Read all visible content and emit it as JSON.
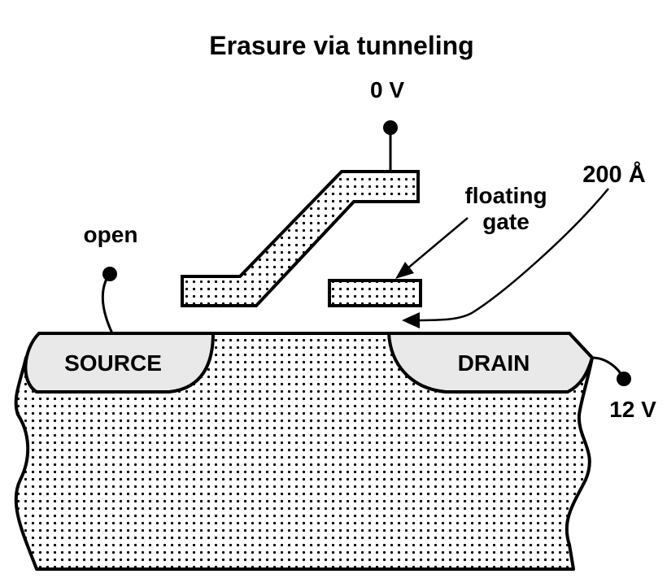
{
  "title": "Erasure via tunneling",
  "labels": {
    "control_gate_voltage": "0 V",
    "floating_gate_line1": "floating",
    "floating_gate_line2": "gate",
    "oxide_thickness": "200 Å",
    "source_terminal": "open",
    "source": "SOURCE",
    "drain": "DRAIN",
    "drain_voltage": "12 V"
  },
  "colors": {
    "outline": "#000000",
    "dot": "#000000",
    "region_fill": "#e9e9e9",
    "background": "#ffffff"
  }
}
